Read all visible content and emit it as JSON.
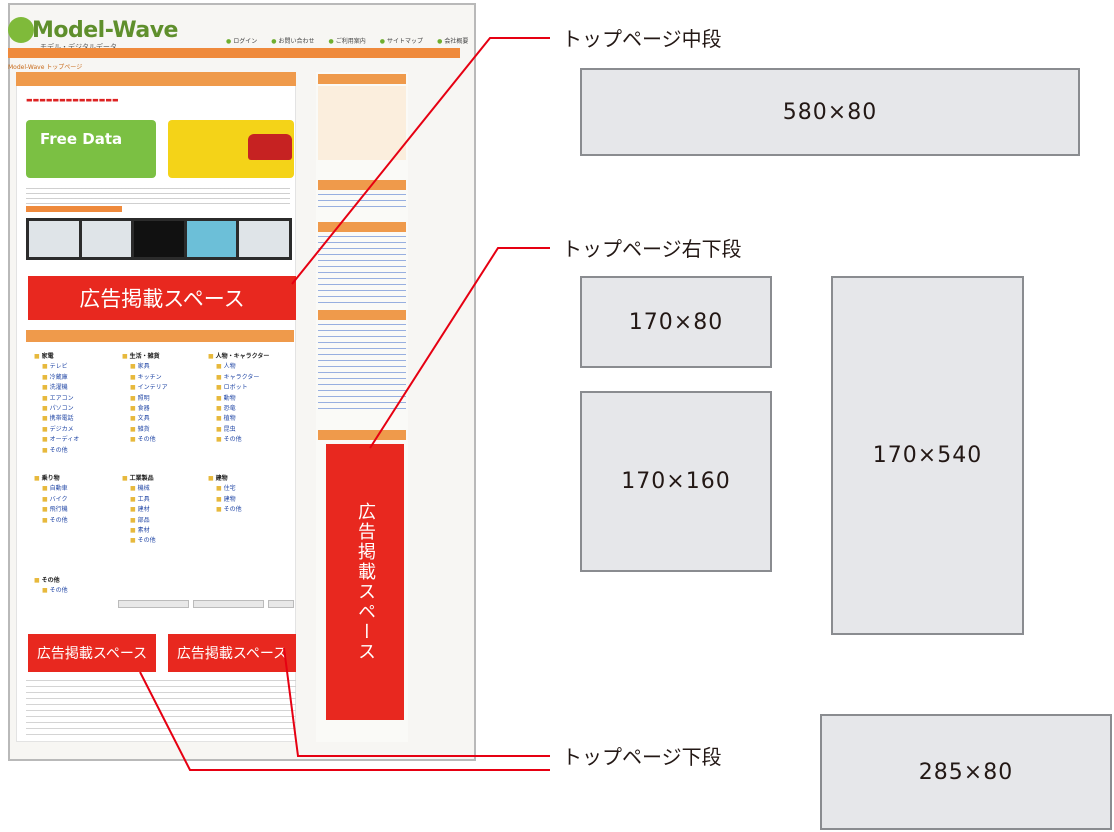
{
  "thumbnail": {
    "logo": "Model-Wave",
    "logo_sub": "モデル・デジタルデータ",
    "nav": [
      "ログイン",
      "お問い合わせ",
      "ご利用案内",
      "サイトマップ",
      "会社概要"
    ],
    "breadcrumb": "Model-Wave トップページ",
    "free_data": "Free Data",
    "categories": [
      {
        "title": "家電",
        "items": [
          "テレビ",
          "冷蔵庫",
          "洗濯機",
          "エアコン",
          "パソコン",
          "携帯電話",
          "デジカメ",
          "オーディオ",
          "その他"
        ]
      },
      {
        "title": "生活・雑貨",
        "items": [
          "家具",
          "キッチン",
          "インテリア",
          "照明",
          "食器",
          "文具",
          "雑貨",
          "その他"
        ]
      },
      {
        "title": "人物・キャラクター",
        "items": [
          "人物",
          "キャラクター",
          "ロボット",
          "動物",
          "恐竜",
          "植物",
          "昆虫",
          "その他"
        ]
      },
      {
        "title": "乗り物",
        "items": [
          "自動車",
          "バイク",
          "飛行機",
          "その他"
        ]
      },
      {
        "title": "工業製品",
        "items": [
          "機械",
          "工具",
          "建材",
          "部品",
          "素材",
          "その他"
        ]
      },
      {
        "title": "建物",
        "items": [
          "住宅",
          "建物",
          "その他"
        ]
      },
      {
        "title": "その他",
        "items": [
          "その他"
        ]
      }
    ],
    "ad_space_text": "広告掲載スペース"
  },
  "callouts": {
    "middle": {
      "label": "トップページ中段",
      "sizes": [
        "580×80"
      ]
    },
    "right_lower": {
      "label": "トップページ右下段",
      "sizes": [
        "170×80",
        "170×160",
        "170×540"
      ]
    },
    "bottom": {
      "label": "トップページ下段",
      "sizes": [
        "285×80"
      ]
    }
  },
  "colors": {
    "ad_red": "#e8281f",
    "leader_red": "#e60012",
    "spec_fill": "#e6e7ea",
    "spec_border": "#8a8c90",
    "site_orange": "#ef8a3c",
    "site_green": "#7fba3a"
  }
}
